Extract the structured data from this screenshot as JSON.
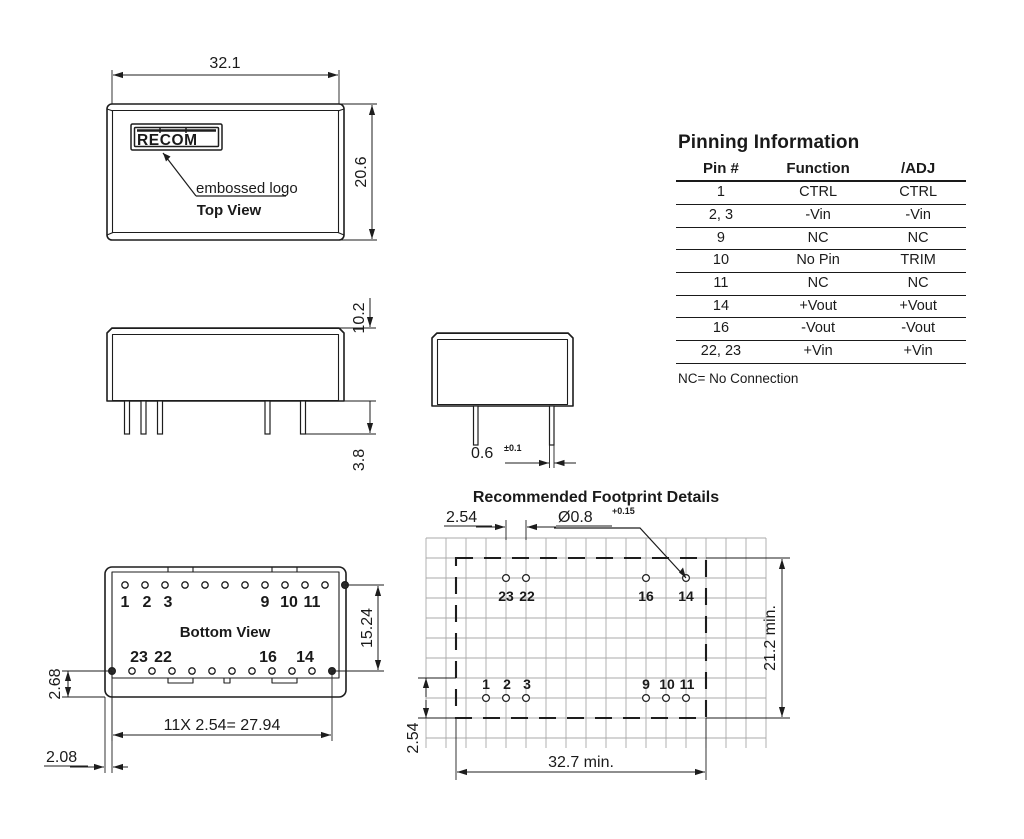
{
  "document": {
    "type": "mechanical-outline-drawing",
    "units_note": "dimensions in mm"
  },
  "views": {
    "top": {
      "label": "Top View",
      "logo_text": "RECOM",
      "logo_callout": "embossed logo",
      "dim_width": "32.1",
      "dim_height": "20.6"
    },
    "front": {
      "dim_height": "10.2",
      "dim_pin_length": "3.8"
    },
    "side": {
      "dim_pin_width": "0.6",
      "dim_pin_width_tol": "±0.1"
    },
    "bottom": {
      "label": "Bottom View",
      "dim_row_pitch": "15.24",
      "dim_pin_span": "11X 2.54= 27.94",
      "dim_edge_y": "2.68",
      "dim_edge_x": "2.08",
      "pin_labels_top": [
        "1",
        "2",
        "3",
        "9",
        "10",
        "11"
      ],
      "pin_labels_bottom": [
        "23",
        "22",
        "16",
        "14"
      ]
    },
    "footprint": {
      "title": "Recommended Footprint Details",
      "dim_grid": "2.54",
      "dim_grid_left": "2.54",
      "dim_hole": "Ø0.8",
      "dim_hole_tol": "+0.15",
      "dim_height": "21.2 min.",
      "dim_width": "32.7 min.",
      "pin_labels_upper": [
        "23",
        "22",
        "16",
        "14"
      ],
      "pin_labels_lower": [
        "1",
        "2",
        "3",
        "9",
        "10",
        "11"
      ]
    }
  },
  "pinning": {
    "title": "Pinning Information",
    "headers": [
      "Pin #",
      "Function",
      "/ADJ"
    ],
    "rows": [
      {
        "pin": "1",
        "function": "CTRL",
        "adj": "CTRL"
      },
      {
        "pin": "2, 3",
        "function": "-Vin",
        "adj": "-Vin"
      },
      {
        "pin": "9",
        "function": "NC",
        "adj": "NC"
      },
      {
        "pin": "10",
        "function": "No Pin",
        "adj": "TRIM"
      },
      {
        "pin": "11",
        "function": "NC",
        "adj": "NC"
      },
      {
        "pin": "14",
        "function": "+Vout",
        "adj": "+Vout"
      },
      {
        "pin": "16",
        "function": "-Vout",
        "adj": "-Vout"
      },
      {
        "pin": "22, 23",
        "function": "+Vin",
        "adj": "+Vin"
      }
    ],
    "note": "NC= No Connection"
  },
  "colors": {
    "line": "#1d1d1d",
    "grid": "#a9a9a9",
    "background": "#ffffff"
  }
}
